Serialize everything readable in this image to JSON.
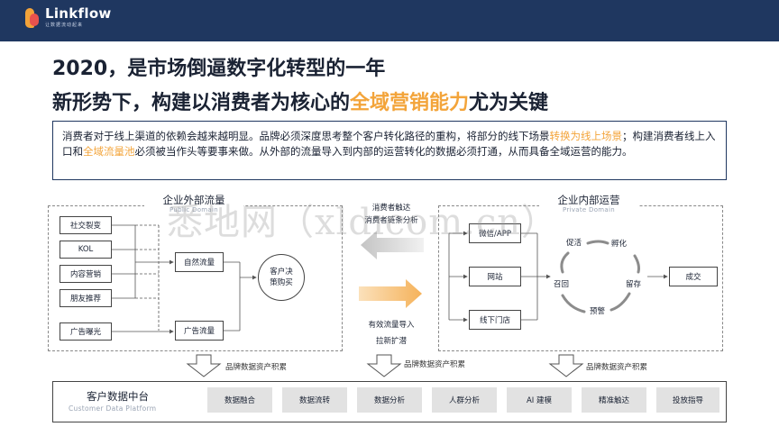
{
  "header": {
    "logo_name": "Linkflow",
    "logo_sub": "让数据流动起来"
  },
  "title": {
    "line1": "2020，是市场倒逼数字化转型的一年",
    "line2_prefix": "新形势下，构建以消费者为核心的",
    "line2_highlight": "全域营销能力",
    "line2_suffix": "尤为关键"
  },
  "intro": {
    "p1": "消费者对于线上渠道的依赖会越来越明显。品牌必须深度思考整个客户转化路径的重构，将部分的线下场景",
    "h1": "转换为线上场景",
    "p2": "；构建消费者线上入口和",
    "h2": "全域流量池",
    "p3": "必须被当作头等要事来做。从外部的流量导入到内部的运营转化的数据必须打通，从而具备全域运营的能力。"
  },
  "public_domain": {
    "title": "企业外部流量",
    "subtitle": "Public Domain",
    "sources": [
      "社交裂变",
      "KOL",
      "内容营销",
      "朋友推荐",
      "广告曝光"
    ],
    "natural_traffic": "自然流量",
    "ad_traffic": "广告流量",
    "decision": "客户决策购买"
  },
  "middle": {
    "top_line1": "消费者触达",
    "top_line2": "消费者链条分析",
    "bottom_line1": "有效流量导入",
    "bottom_line2": "拉新扩潜"
  },
  "private_domain": {
    "title": "企业内部运营",
    "subtitle": "Private Domain",
    "channels": [
      "微信/APP",
      "网站",
      "线下门店"
    ],
    "cycle": [
      "促活",
      "孵化",
      "留存",
      "预警",
      "召回"
    ],
    "deal": "成交"
  },
  "flow_label": "品牌数据资产积累",
  "cdp": {
    "title": "客户数据中台",
    "subtitle": "Customer Data Platform",
    "items": [
      "数据融合",
      "数据流转",
      "数据分析",
      "人群分析",
      "AI 建模",
      "精准触达",
      "投放指导"
    ]
  },
  "watermark": "悉地网（xldicom.cn）",
  "colors": {
    "header": "#1f3760",
    "accent_orange": "#f3a43a",
    "arrow_gray": "#d0d0d0",
    "item_gray": "#e2e2e2"
  }
}
